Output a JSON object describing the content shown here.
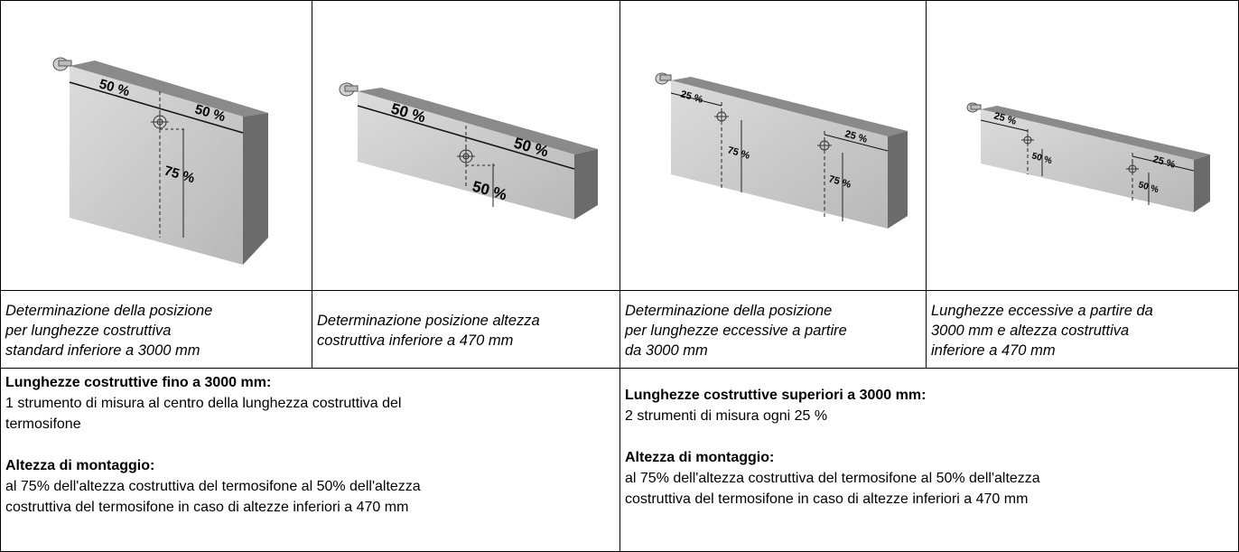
{
  "figures": [
    {
      "name": "standard",
      "labels": [
        "50 %",
        "50 %",
        "75 %"
      ],
      "caption": [
        "Determinazione della posizione",
        "per lunghezze costruttiva",
        "standard  inferiore a 3000 mm"
      ]
    },
    {
      "name": "low-height",
      "labels": [
        "50 %",
        "50 %",
        "50 %"
      ],
      "caption": [
        "Determinazione posizione altezza",
        "costruttiva inferiore a 470 mm"
      ]
    },
    {
      "name": "excess-length",
      "labels": [
        "25 %",
        "75 %",
        "25 %",
        "75 %"
      ],
      "caption": [
        "Determinazione della posizione",
        "per lunghezze eccessive a partire",
        "da 3000 mm"
      ]
    },
    {
      "name": "excess-length-low-height",
      "labels": [
        "25 %",
        "50 %",
        "25 %",
        "50 %"
      ],
      "caption": [
        "Lunghezze eccessive a partire da",
        "3000 mm e altezza costruttiva",
        "inferiore a 470 mm"
      ]
    }
  ],
  "left_info": {
    "heading": "Lunghezze costruttive fino a 3000 mm:",
    "text": [
      "1 strumento di misura al centro della lunghezza costruttiva del",
      "termosifone"
    ],
    "mount_heading": "Altezza di montaggio:",
    "mount_text": [
      "al 75% dell'altezza costruttiva del termosifone al 50% dell'altezza",
      "costruttiva del termosifone in caso di altezze inferiori a 470 mm"
    ]
  },
  "right_info": {
    "heading": "Lunghezze costruttive superiori a 3000 mm:",
    "text": [
      "2 strumenti di misura ogni 25 %"
    ],
    "mount_heading": "Altezza di montaggio:",
    "mount_text": [
      "al 75% dell'altezza costruttiva del termosifone al 50% dell'altezza",
      "costruttiva del termosifone in caso di altezze inferiori a 470 mm"
    ]
  }
}
